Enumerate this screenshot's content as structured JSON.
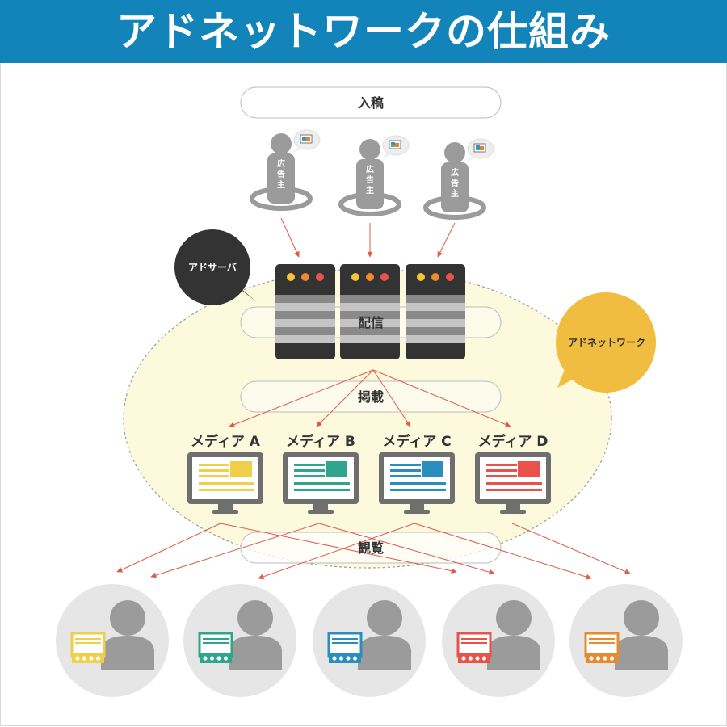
{
  "title": "アドネットワークの仕組み",
  "steps": {
    "submission": "入稿",
    "delivery": "配信",
    "placement": "掲載",
    "viewing": "観覧"
  },
  "advertiser_label": [
    "広",
    "告",
    "主"
  ],
  "ad_server_label": "アドサーバ",
  "ad_network_label": "アドネットワーク",
  "media": [
    {
      "label": "メディア A",
      "color": "#f0cf4a",
      "icon": "monitor-icon"
    },
    {
      "label": "メディア B",
      "color": "#2ea58c",
      "icon": "monitor-icon"
    },
    {
      "label": "メディア C",
      "color": "#2a8fbd",
      "icon": "monitor-icon"
    },
    {
      "label": "メディア D",
      "color": "#e8524b",
      "icon": "monitor-icon"
    }
  ],
  "viewer_colors": [
    "#f0cf4a",
    "#2ea58c",
    "#2a8fbd",
    "#e8524b",
    "#e88b2d"
  ],
  "colors": {
    "header": "#1384b9",
    "ad_server_bubble": "#333333",
    "ad_network_bubble": "#f1bd40",
    "network_area": "#fcf9dc",
    "arrow": "#e05a4a",
    "person": "#9b9b9b",
    "server": "#333333"
  },
  "icons": [
    "advertiser-person-icon",
    "ad-image-icon",
    "server-icon",
    "viewer-avatar-icon"
  ]
}
